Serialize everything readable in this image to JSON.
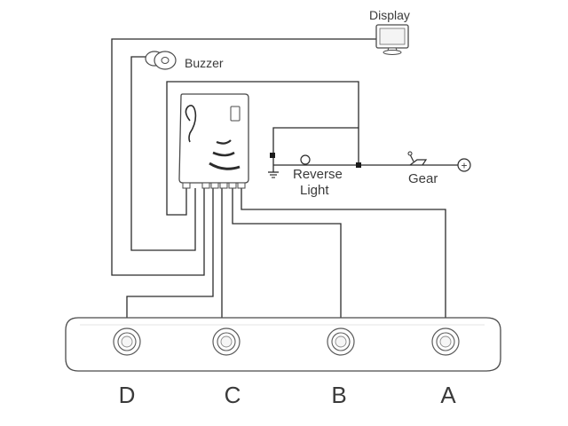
{
  "labels": {
    "display": "Display",
    "buzzer": "Buzzer",
    "reverse_light_line1": "Reverse",
    "reverse_light_line2": "Light",
    "gear": "Gear",
    "plus": "+"
  },
  "sensors": [
    {
      "id": "D",
      "label": "D"
    },
    {
      "id": "C",
      "label": "C"
    },
    {
      "id": "B",
      "label": "B"
    },
    {
      "id": "A",
      "label": "A"
    }
  ],
  "colors": {
    "line": "#2b2b2b",
    "text": "#3a3a3a",
    "background": "#ffffff"
  },
  "icons": [
    "display-monitor-icon",
    "buzzer-icon",
    "control-unit-icon",
    "reverse-light-bulb-icon",
    "gear-lever-icon",
    "ground-icon",
    "positive-terminal-icon",
    "sensor-icon"
  ]
}
